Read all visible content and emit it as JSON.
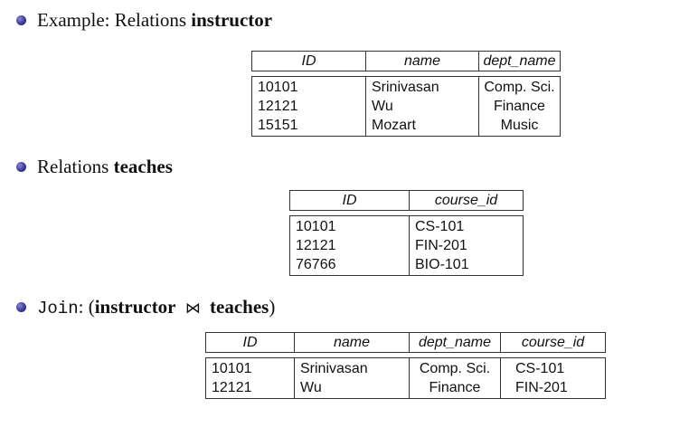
{
  "bullets": {
    "b1_prefix": "Example: Relations ",
    "b1_bold": "instructor",
    "b2_prefix": "Relations ",
    "b2_bold": "teaches",
    "b3_mono": "Join",
    "b3_colon": ": (",
    "b3_bold1": "instructor",
    "b3_join_symbol": "⋈",
    "b3_bold2": "teaches",
    "b3_close": ")"
  },
  "instructor": {
    "headers": [
      "ID",
      "name",
      "dept_name"
    ],
    "columns": [
      [
        "10101",
        "12121",
        "15151"
      ],
      [
        "Srinivasan",
        "Wu",
        "Mozart"
      ],
      [
        "Comp. Sci.",
        "Finance",
        "Music"
      ]
    ]
  },
  "teaches": {
    "headers": [
      "ID",
      "course_id"
    ],
    "columns": [
      [
        "10101",
        "12121",
        "76766"
      ],
      [
        "CS-101",
        "FIN-201",
        "BIO-101"
      ]
    ]
  },
  "join": {
    "headers": [
      "ID",
      "name",
      "dept_name",
      "course_id"
    ],
    "columns": [
      [
        "10101",
        "12121"
      ],
      [
        "Srinivasan",
        "Wu"
      ],
      [
        "Comp. Sci.",
        "Finance"
      ],
      [
        "CS-101",
        "FIN-201"
      ]
    ]
  }
}
